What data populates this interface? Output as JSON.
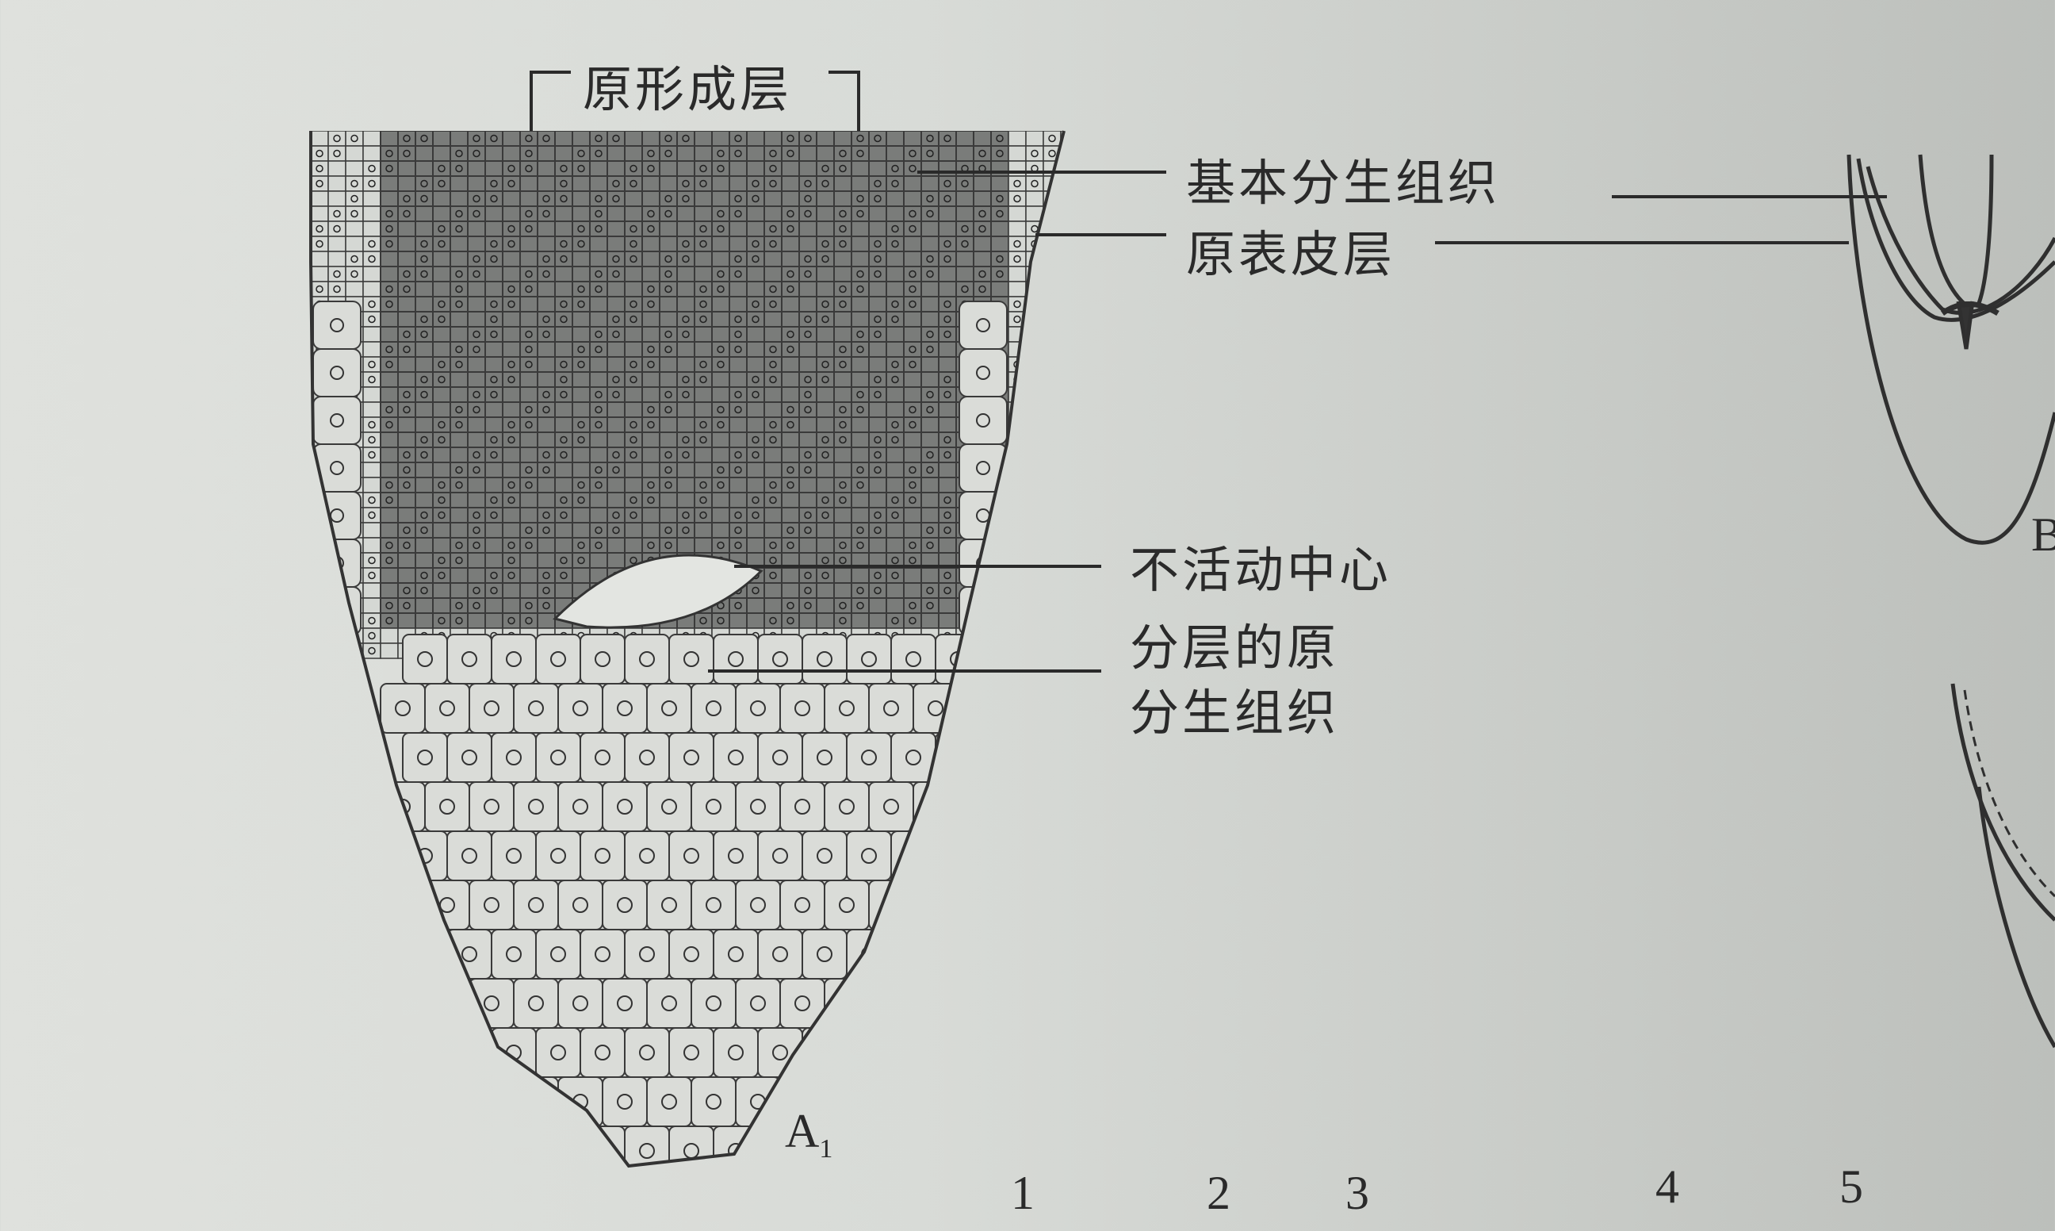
{
  "figure_A1": {
    "panel_label": "A",
    "panel_subscript": "1",
    "labels": {
      "procambium": "原形成层",
      "ground_meristem": "基本分生组织",
      "protoderm": "原表皮层",
      "quiescent_center": "不活动中心",
      "stratified_meristem_line1": "分层的原",
      "stratified_meristem_line2": "分生组织"
    }
  },
  "figure_B": {
    "panel_label": "B"
  },
  "numbers": [
    "1",
    "2",
    "3",
    "4",
    "5"
  ],
  "colors": {
    "paper": "#d8dbd7",
    "ink": "#2a2a2a"
  }
}
